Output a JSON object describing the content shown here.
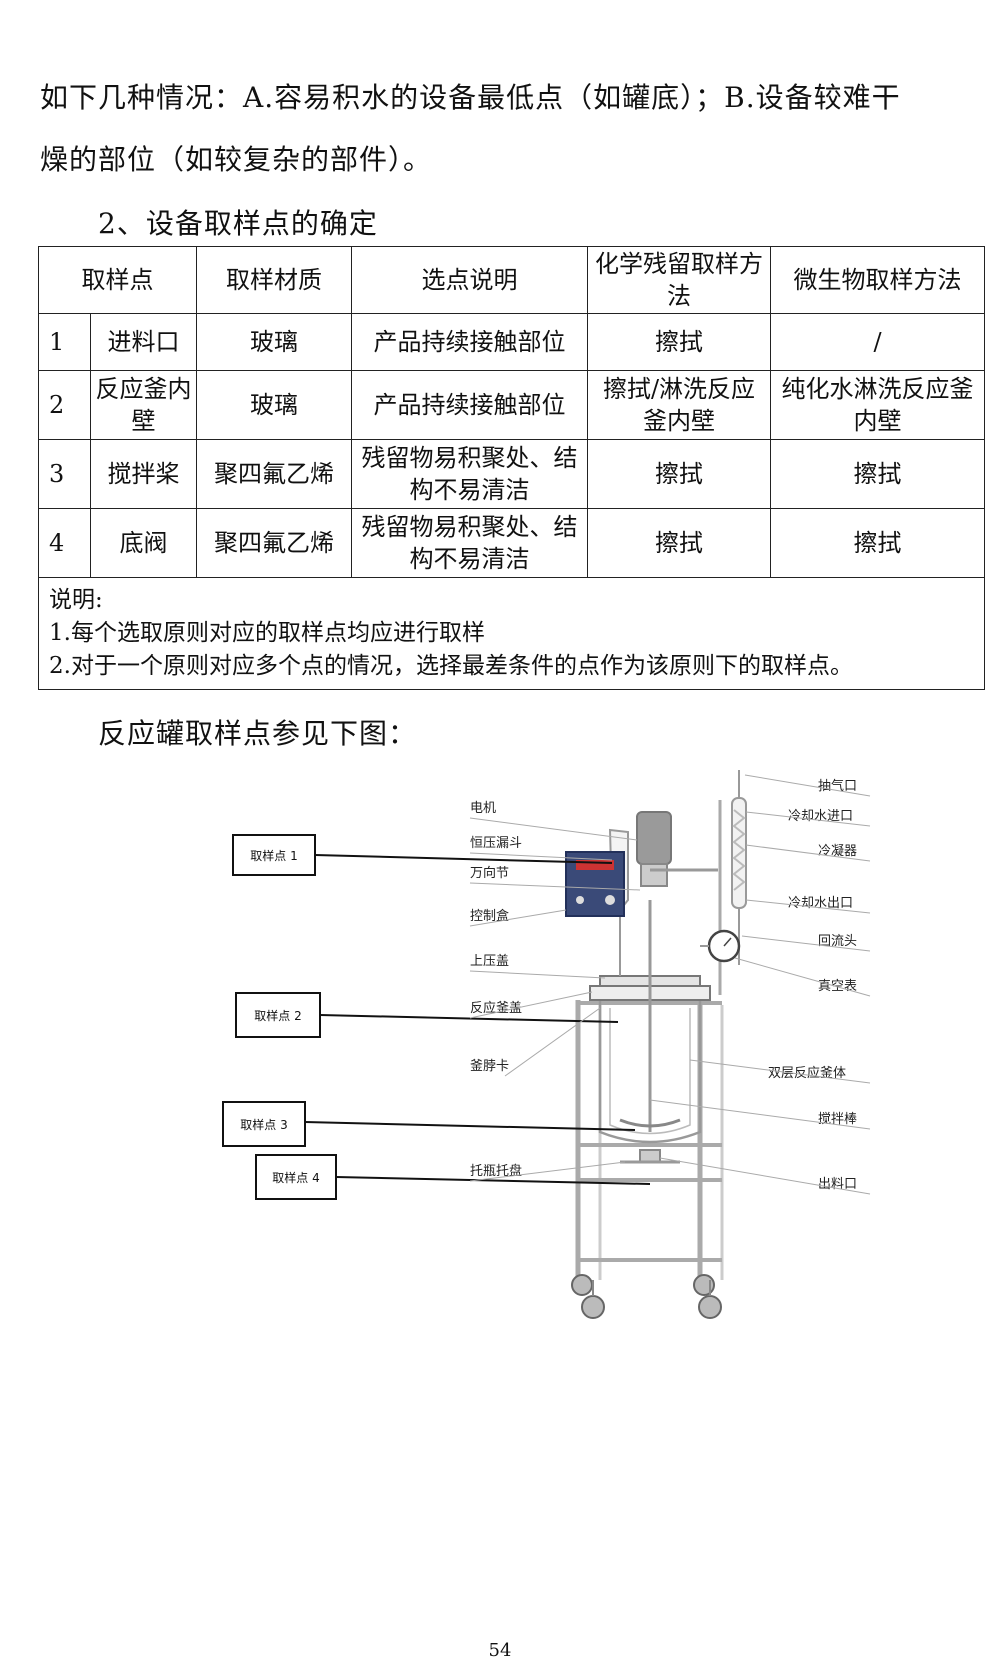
{
  "paragraphs": {
    "p1": "如下几种情况：A.容易积水的设备最低点（如罐底）；B.设备较难干",
    "p2": "燥的部位（如较复杂的部件）。",
    "section_title": "2、设备取样点的确定",
    "figure_intro": "反应罐取样点参见下图："
  },
  "table": {
    "headers": [
      "取样点",
      "取样材质",
      "选点说明",
      "化学残留取样方法",
      "微生物取样方法"
    ],
    "rows": [
      {
        "no": "1",
        "point": "进料口",
        "material": "玻璃",
        "desc": "产品持续接触部位",
        "chem": "擦拭",
        "micro": "/"
      },
      {
        "no": "2",
        "point": "反应釜内壁",
        "material": "玻璃",
        "desc": "产品持续接触部位",
        "chem": "擦拭/淋洗反应釜内壁",
        "micro": "纯化水淋洗反应釜内壁"
      },
      {
        "no": "3",
        "point": "搅拌桨",
        "material": "聚四氟乙烯",
        "desc": "残留物易积聚处、结构不易清洁",
        "chem": "擦拭",
        "micro": "擦拭"
      },
      {
        "no": "4",
        "point": "底阀",
        "material": "聚四氟乙烯",
        "desc": "残留物易积聚处、结构不易清洁",
        "chem": "擦拭",
        "micro": "擦拭"
      }
    ],
    "notes": [
      "说明:",
      "1.每个选取原则对应的取样点均应进行取样",
      "2.对于一个原则对应多个点的情况，选择最差条件的点作为该原则下的取样点。"
    ]
  },
  "diagram": {
    "sample_boxes": [
      "取样点 1",
      "取样点 2",
      "取样点 3",
      "取样点 4"
    ],
    "left_labels": [
      "电机",
      "恒压漏斗",
      "万向节",
      "控制盒",
      "上压盖",
      "反应釜盖",
      "釜脖卡",
      "托瓶托盘"
    ],
    "right_labels": [
      "抽气口",
      "冷却水进口",
      "冷凝器",
      "冷却水出口",
      "回流头",
      "真空表",
      "双层反应釜体",
      "搅拌棒",
      "出料口"
    ]
  },
  "page_number": "54"
}
